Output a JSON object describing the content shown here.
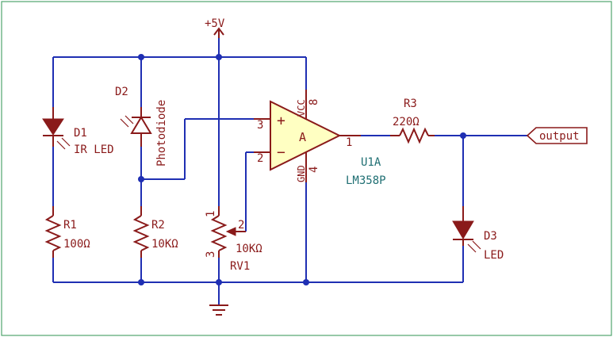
{
  "colors": {
    "wire": "#1f2fb3",
    "symbol": "#8a1a1a",
    "label": "#1f6f73",
    "opamp_fill": "#ffffc2",
    "border": "#4fa56f"
  },
  "power": {
    "label": "+5V"
  },
  "d1": {
    "ref": "D1",
    "value": "IR LED"
  },
  "d2": {
    "ref": "D2",
    "value": "Photodiode"
  },
  "r1": {
    "ref": "R1",
    "value": "100Ω"
  },
  "r2": {
    "ref": "R2",
    "value": "10KΩ"
  },
  "rv1": {
    "ref": "RV1",
    "value": "10KΩ",
    "pin1": "1",
    "pin2": "2",
    "pin3": "3"
  },
  "u1": {
    "ref": "U1A",
    "value": "LM358P",
    "label": "A",
    "vcc": "VCC",
    "gnd": "GND",
    "pin_plus": "3",
    "pin_minus": "2",
    "pin_out": "1",
    "pin_vcc": "8",
    "pin_gnd": "4",
    "plus_sign": "+",
    "minus_sign": "−"
  },
  "r3": {
    "ref": "R3",
    "value": "220Ω"
  },
  "d3": {
    "ref": "D3",
    "value": "LED"
  },
  "output": {
    "label": "output"
  }
}
